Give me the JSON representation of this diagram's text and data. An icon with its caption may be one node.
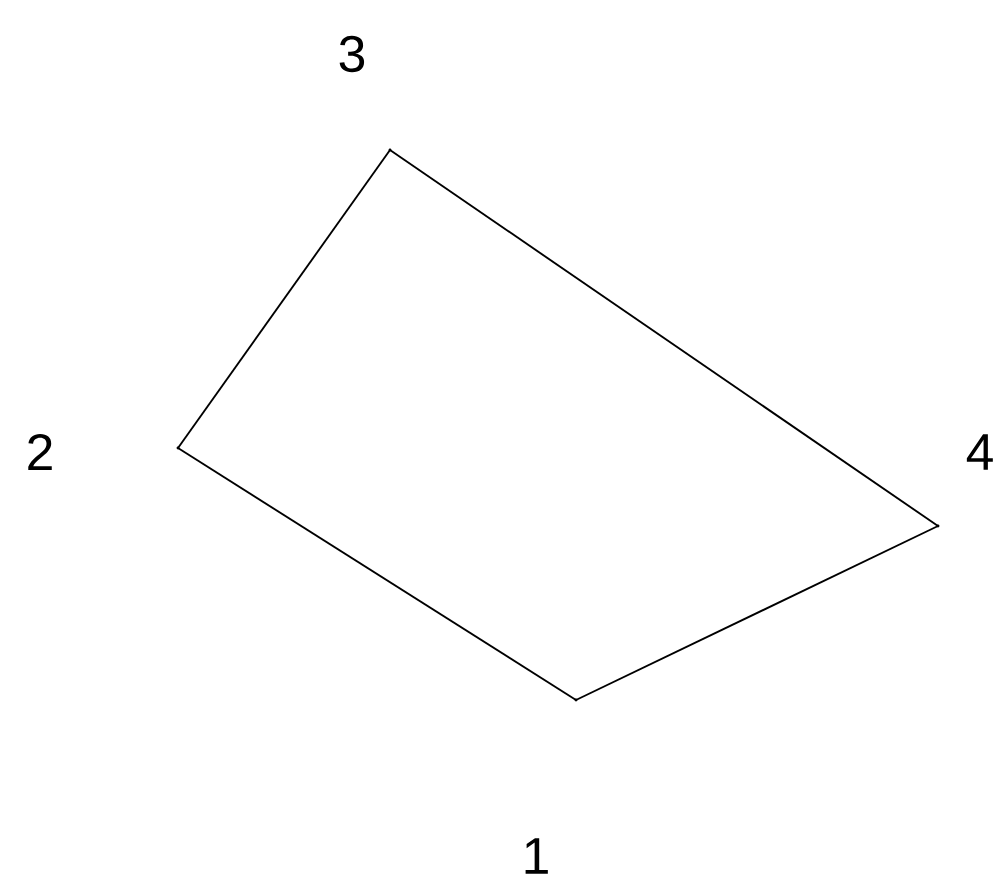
{
  "diagram": {
    "nodes": [
      {
        "text": [],
        "shape": "point",
        "beside": [
          "1"
        ]
      },
      {
        "text": [],
        "shape": "point",
        "beside": [
          "2"
        ]
      },
      {
        "text": [],
        "shape": "point",
        "beside": [
          "3"
        ]
      },
      {
        "text": [],
        "shape": "point",
        "beside": [
          "4"
        ]
      }
    ],
    "edges": [
      {
        "from": 0,
        "to": 1,
        "arrow": "none"
      },
      {
        "from": 1,
        "to": 2,
        "arrow": "none"
      },
      {
        "from": 2,
        "to": 3,
        "arrow": "none"
      },
      {
        "from": 3,
        "to": 0,
        "arrow": "none"
      }
    ]
  }
}
